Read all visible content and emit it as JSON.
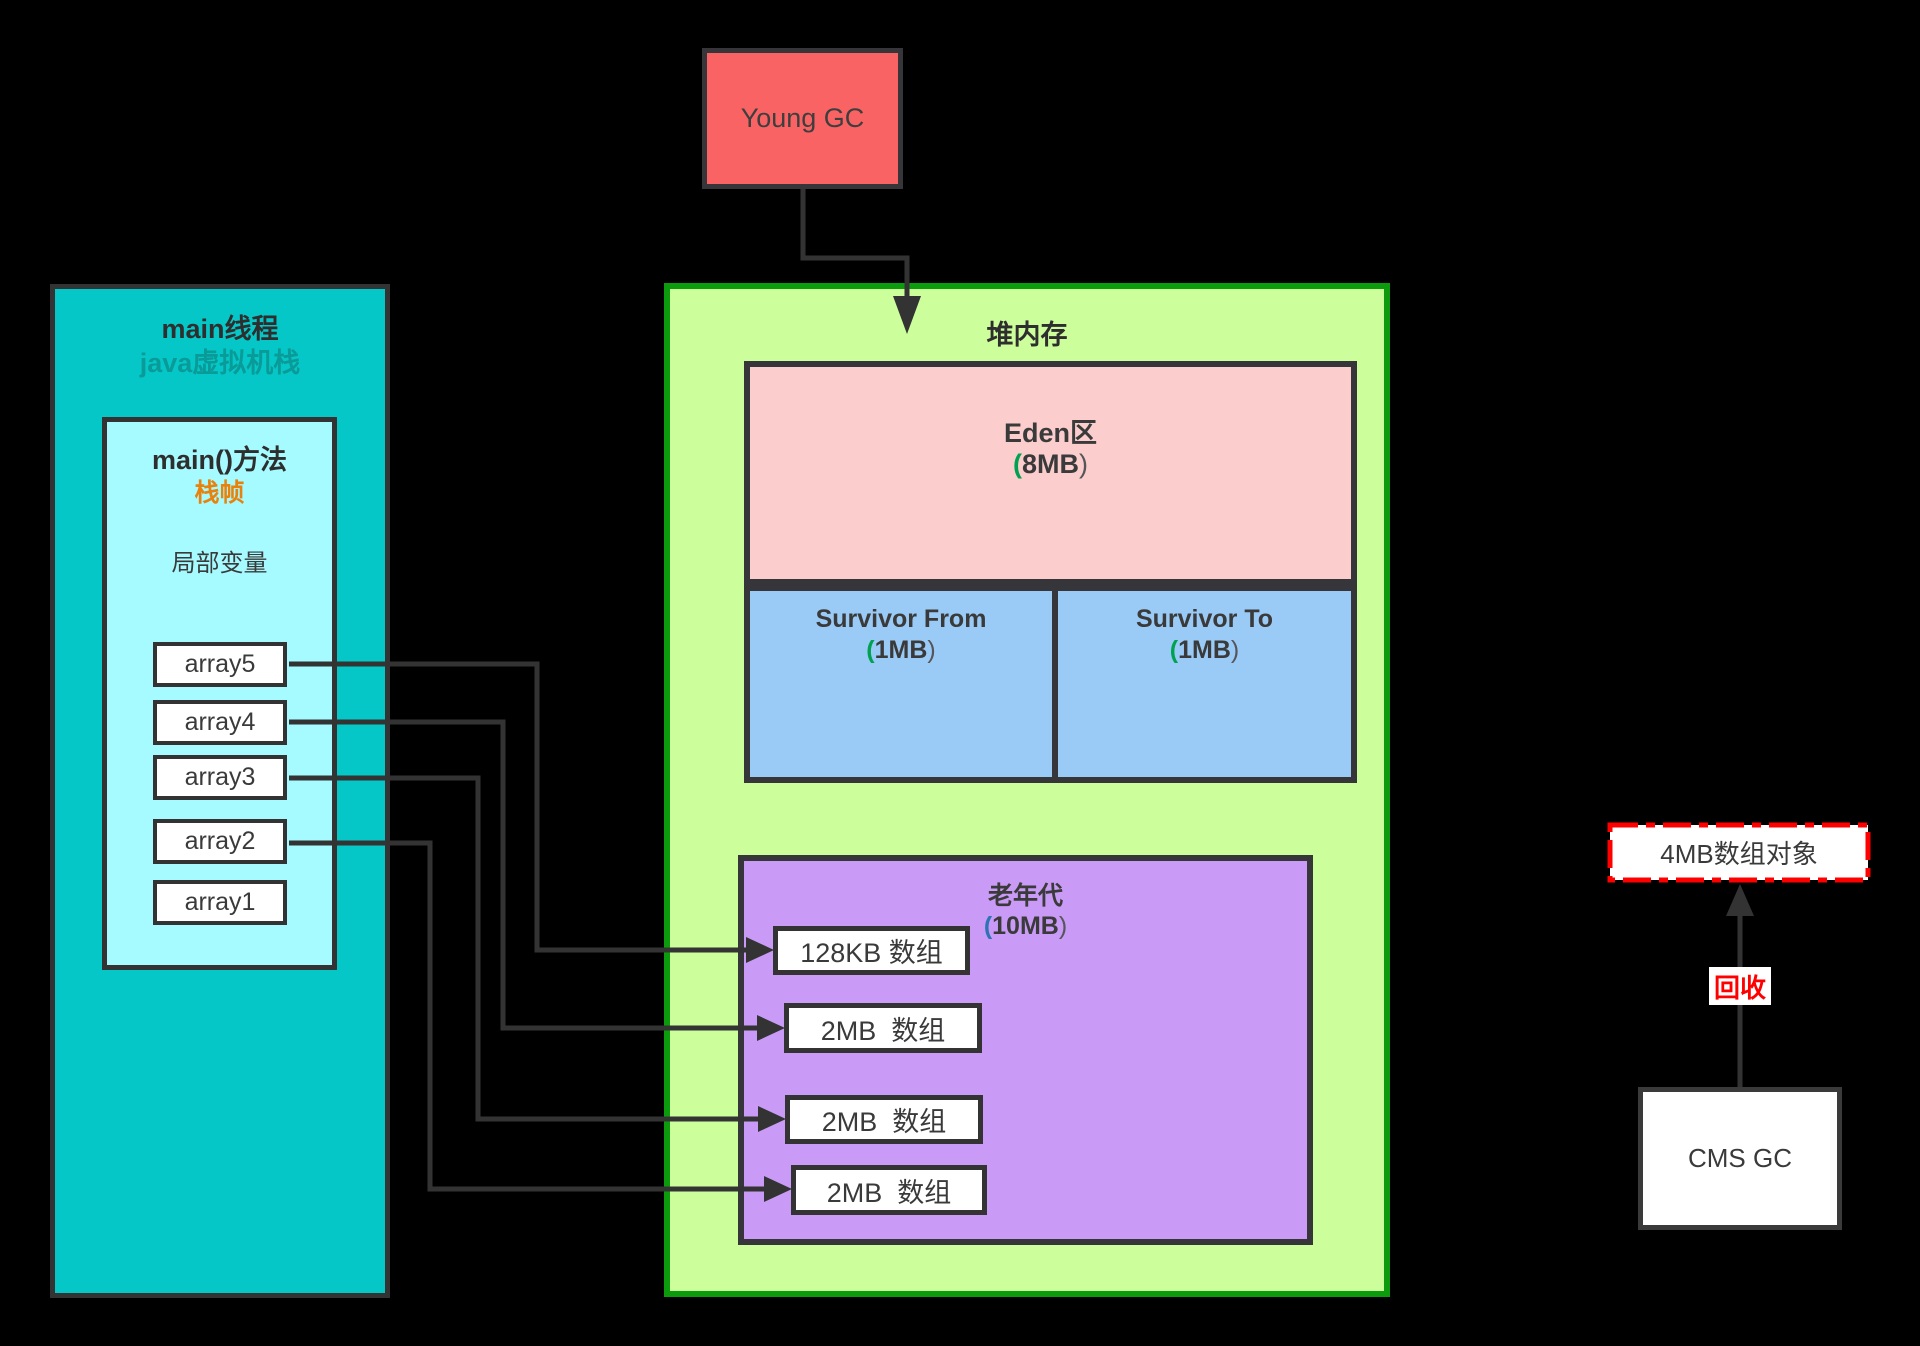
{
  "colors": {
    "background": "#000000",
    "young_gc_fill": "#F96363",
    "stack_panel_fill": "#06C7C7",
    "stack_frame_fill": "#A5FBFF",
    "heap_fill": "#CCFE9B",
    "heap_border": "#0C9B0C",
    "eden_fill": "#FBCDCD",
    "survivor_fill": "#9ACBF7",
    "old_gen_fill": "#C99AF6",
    "object_box_fill": "#FFFFFF",
    "connector": "#333333",
    "paren_green": "#00A151",
    "paren_blue": "#2E74B5",
    "stack_frame_accent_orange": "#E8820D",
    "recycle_red": "#FF0000"
  },
  "young_gc": {
    "label": "Young GC"
  },
  "stack_panel": {
    "title": "main线程",
    "subtitle": "java虚拟机栈",
    "frame": {
      "title": "main()方法",
      "subtitle": "栈帧",
      "caption": "局部变量",
      "vars": [
        {
          "label": "array5"
        },
        {
          "label": "array4"
        },
        {
          "label": "array3"
        },
        {
          "label": "array2"
        },
        {
          "label": "array1"
        }
      ]
    }
  },
  "heap": {
    "title": "堆内存",
    "eden": {
      "name": "Eden区",
      "open": "(",
      "size": "8MB",
      "close": ")"
    },
    "survivor_from": {
      "name": "Survivor From",
      "open": "(",
      "size": "1MB",
      "close": ")"
    },
    "survivor_to": {
      "name": "Survivor To",
      "open": "(",
      "size": "1MB",
      "close": ")"
    },
    "old_gen": {
      "name": "老年代",
      "open": "(",
      "size": "10MB",
      "close": ")",
      "objects": [
        {
          "label": "128KB 数组"
        },
        {
          "label": "2MB  数组"
        },
        {
          "label": "2MB  数组"
        },
        {
          "label": "2MB  数组"
        }
      ]
    }
  },
  "cms": {
    "candidate": {
      "label": "4MB数组对象"
    },
    "action_label": "回收",
    "collector": {
      "label": "CMS GC"
    }
  }
}
